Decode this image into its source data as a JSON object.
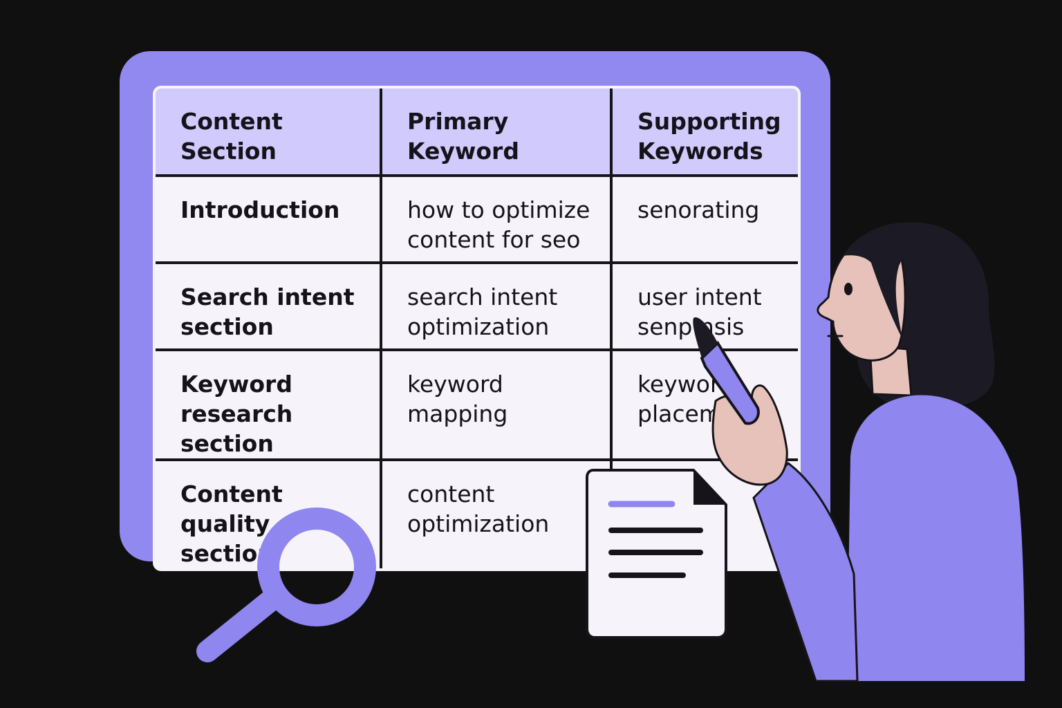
{
  "table": {
    "headers": [
      "Content Section",
      "Primary Keyword",
      "Supporting\nKeywords"
    ],
    "rows": [
      [
        "Introduction",
        "how to optimize\ncontent for seo",
        "senorating"
      ],
      [
        "Search intent\nsection",
        "search intent\noptimization",
        "user intent\nsenp     nsis"
      ],
      [
        "Keyword research\nsection",
        "keyword mapping",
        "keywor\nplacem"
      ],
      [
        "Content quality\nsection",
        "content\noptimization",
        ""
      ]
    ]
  },
  "colors": {
    "background": "#111010",
    "board": "#9289f0",
    "header_fill": "#d1cafd",
    "cell_fill": "#f6f4fa",
    "accent": "#8f86ef",
    "skin": "#e6c2bb",
    "hair": "#1c1a24",
    "outline": "#161418"
  },
  "icons": [
    "magnifying-glass-icon",
    "document-icon",
    "marker-icon"
  ]
}
